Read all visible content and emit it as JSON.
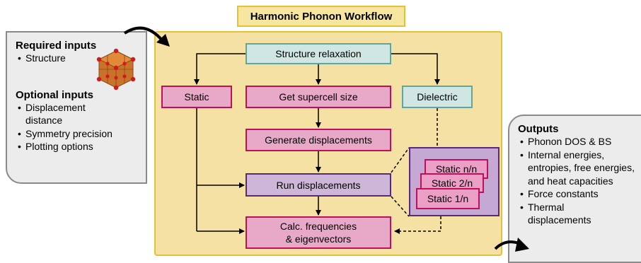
{
  "title": "Harmonic Phonon Workflow",
  "required_inputs": {
    "heading": "Required inputs",
    "items": [
      "Structure"
    ]
  },
  "optional_inputs": {
    "heading": "Optional inputs",
    "items": [
      "Displacement distance",
      "Symmetry precision",
      "Plotting options"
    ]
  },
  "outputs": {
    "heading": "Outputs",
    "items": [
      "Phonon DOS & BS",
      "Internal energies, entropies, free energies, and heat capacities",
      "Force constants",
      "Thermal displacements"
    ]
  },
  "nodes": {
    "relax": "Structure relaxation",
    "static": "Static",
    "supercell": "Get supercell size",
    "dielectric": "Dielectric",
    "generate": "Generate displacements",
    "run": "Run displacements",
    "calc_line1": "Calc. frequencies",
    "calc_line2": "& eigenvectors",
    "static_n": "Static n/n",
    "static_2": "Static 2/n",
    "static_1": "Static 1/n"
  },
  "colors": {
    "workflow_bg": "#f6e1a4",
    "workflow_border": "#e2c23a",
    "teal_fill": "#cfe6e3",
    "pink_fill": "#e8a9c9",
    "pink_border": "#c0105a",
    "purple_fill": "#cdb6d8",
    "purple_border": "#5a2a7a",
    "panel_fill": "#ececec"
  }
}
